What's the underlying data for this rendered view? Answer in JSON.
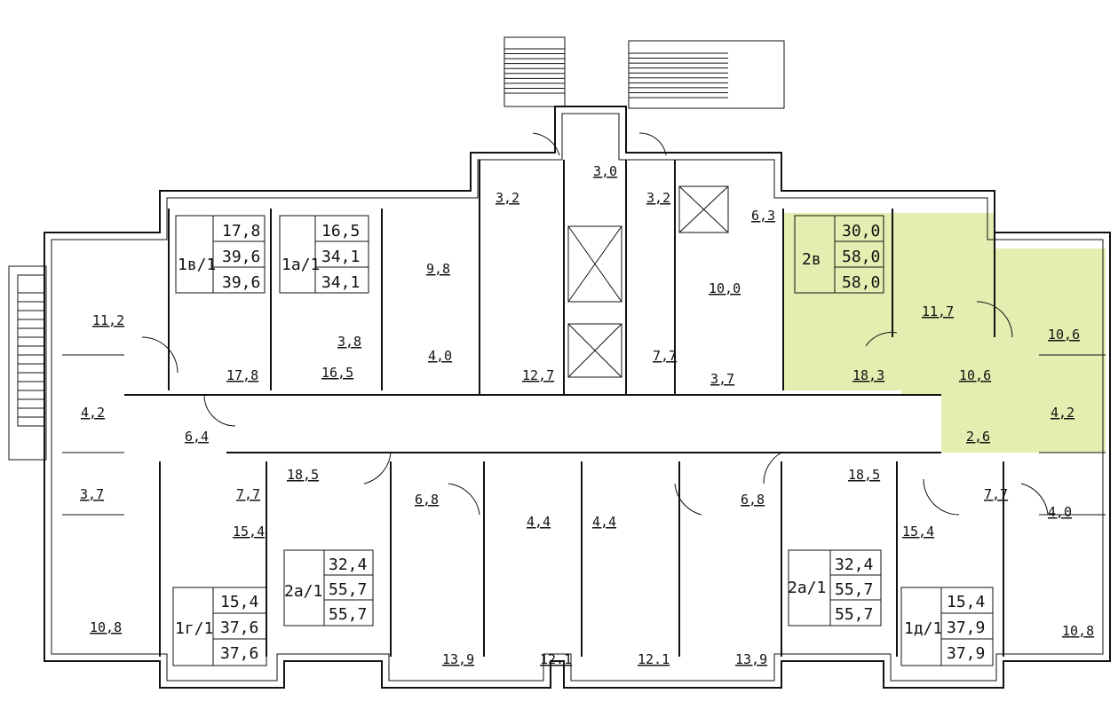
{
  "accent_color": "#e2efb0",
  "rooms": [
    {
      "id": "r1",
      "label": "11,2"
    },
    {
      "id": "r2",
      "label": "4,2"
    },
    {
      "id": "r3",
      "label": "6,4"
    },
    {
      "id": "r4",
      "label": "17,8"
    },
    {
      "id": "r5",
      "label": "16,5"
    },
    {
      "id": "r6",
      "label": "3,8"
    },
    {
      "id": "r7",
      "label": "9,8"
    },
    {
      "id": "r8",
      "label": "4,0"
    },
    {
      "id": "r9",
      "label": "3,2"
    },
    {
      "id": "r10",
      "label": "3,0"
    },
    {
      "id": "r11",
      "label": "3,2"
    },
    {
      "id": "r12",
      "label": "12,7"
    },
    {
      "id": "r13",
      "label": "7,7"
    },
    {
      "id": "r14",
      "label": "6,3"
    },
    {
      "id": "r15",
      "label": "10,0"
    },
    {
      "id": "r16",
      "label": "3,7"
    },
    {
      "id": "r17",
      "label": "18,3"
    },
    {
      "id": "r18",
      "label": "11,7"
    },
    {
      "id": "r19",
      "label": "10,6"
    },
    {
      "id": "r20",
      "label": "10,6"
    },
    {
      "id": "r21",
      "label": "4,2"
    },
    {
      "id": "r22",
      "label": "2,6"
    },
    {
      "id": "r23",
      "label": "3,7"
    },
    {
      "id": "r24",
      "label": "7,7"
    },
    {
      "id": "r25",
      "label": "15,4"
    },
    {
      "id": "r26",
      "label": "18,5"
    },
    {
      "id": "r27",
      "label": "6,8"
    },
    {
      "id": "r28",
      "label": "4,4"
    },
    {
      "id": "r29",
      "label": "4,4"
    },
    {
      "id": "r30",
      "label": "6,8"
    },
    {
      "id": "r31",
      "label": "18,5"
    },
    {
      "id": "r32",
      "label": "7,7"
    },
    {
      "id": "r33",
      "label": "4,0"
    },
    {
      "id": "r34",
      "label": "15,4"
    },
    {
      "id": "r35",
      "label": "10,8"
    },
    {
      "id": "r36",
      "label": "13,9"
    },
    {
      "id": "r37",
      "label": "12.1"
    },
    {
      "id": "r38",
      "label": "12.1"
    },
    {
      "id": "r39",
      "label": "13,9"
    },
    {
      "id": "r40",
      "label": "10,8"
    }
  ],
  "apartments": [
    {
      "name": "1в/1",
      "v1": "17,8",
      "v2": "39,6",
      "v3": "39,6"
    },
    {
      "name": "1а/1",
      "v1": "16,5",
      "v2": "34,1",
      "v3": "34,1"
    },
    {
      "name": "2в",
      "v1": "30,0",
      "v2": "58,0",
      "v3": "58,0"
    },
    {
      "name": "2а/1",
      "v1": "32,4",
      "v2": "55,7",
      "v3": "55,7"
    },
    {
      "name": "1г/1",
      "v1": "15,4",
      "v2": "37,6",
      "v3": "37,6"
    },
    {
      "name": "2а/1",
      "v1": "32,4",
      "v2": "55,7",
      "v3": "55,7"
    },
    {
      "name": "1д/1",
      "v1": "15,4",
      "v2": "37,9",
      "v3": "37,9"
    }
  ]
}
